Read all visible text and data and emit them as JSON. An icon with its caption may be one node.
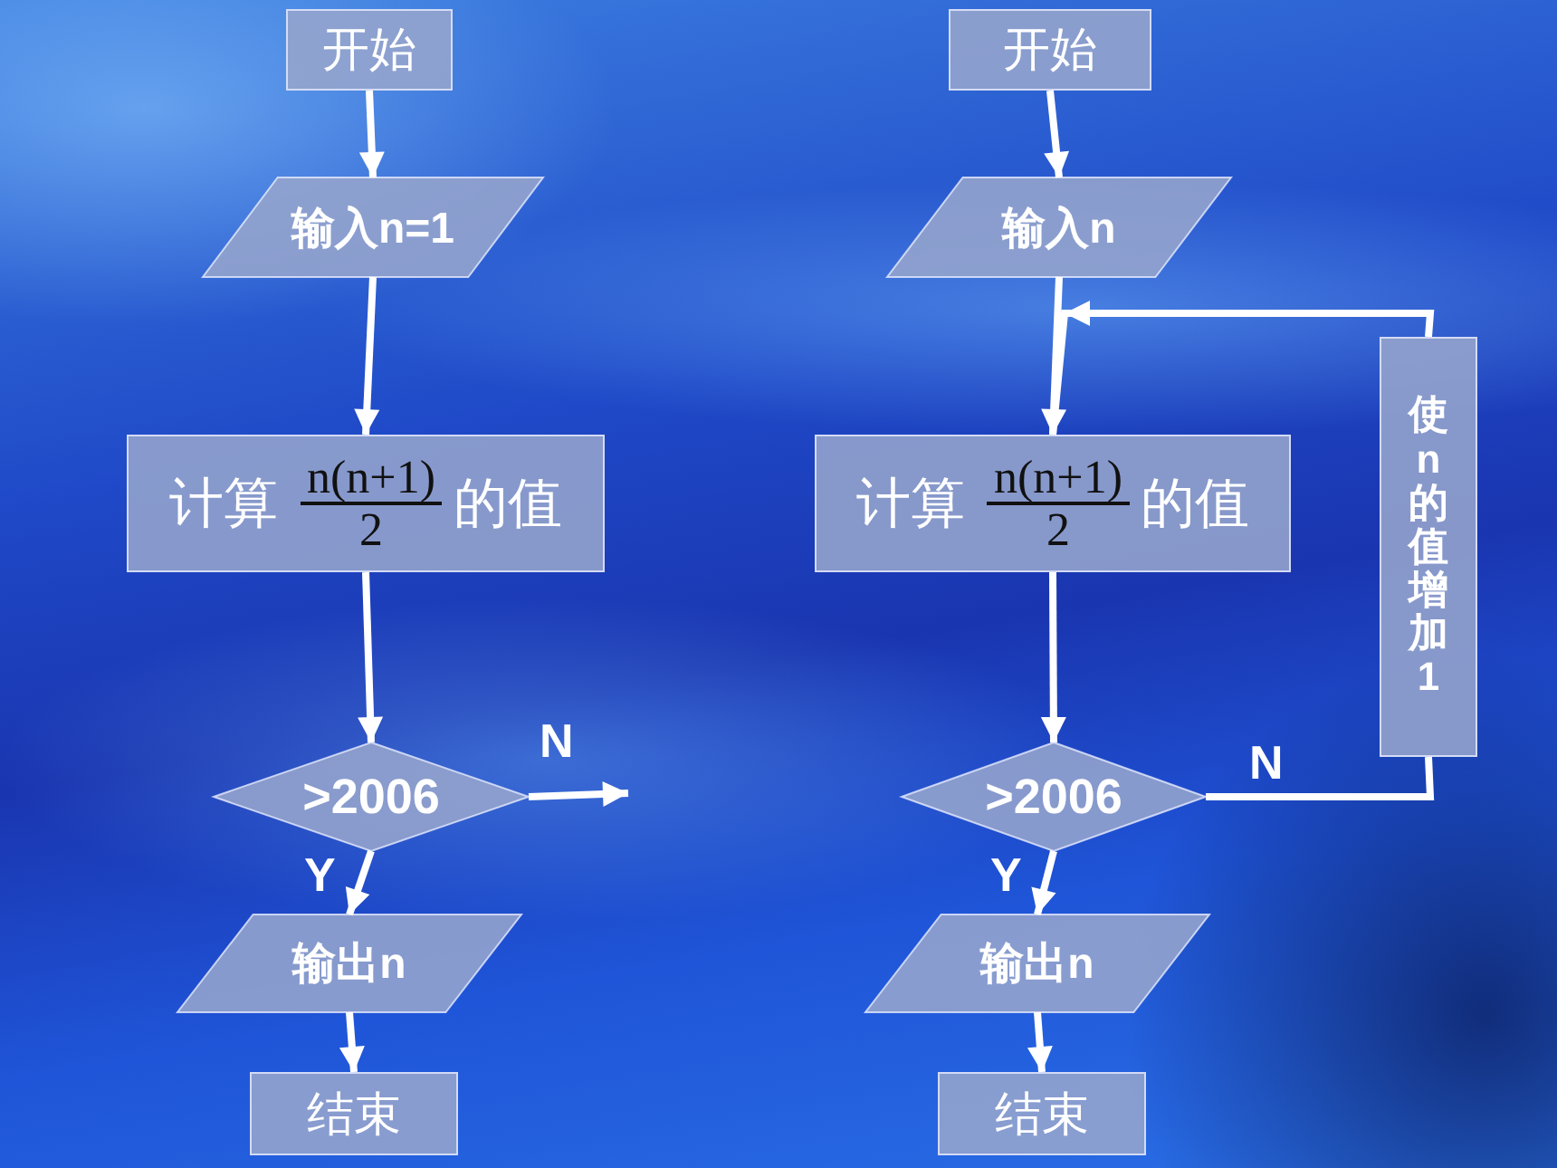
{
  "diagram": {
    "nodes": [
      {
        "text": [
          "开始"
        ]
      },
      {
        "text": [
          "输入n=1"
        ]
      },
      {
        "text": [
          "计算",
          "n(n+1)",
          "2",
          "的值"
        ]
      },
      {
        "text": [
          ">2006"
        ]
      },
      {
        "text": [
          "输出n"
        ]
      },
      {
        "text": [
          "结束"
        ]
      },
      {
        "text": [
          "开始"
        ]
      },
      {
        "text": [
          "输入n"
        ]
      },
      {
        "text": [
          "计算",
          "n(n+1)",
          "2",
          "的值"
        ]
      },
      {
        "text": [
          ">2006"
        ]
      },
      {
        "text": [
          "输出n"
        ]
      },
      {
        "text": [
          "结束"
        ]
      },
      {
        "text": [
          "使n的值增加1"
        ]
      }
    ],
    "edges": [
      {
        "from": 0,
        "to": 1,
        "arrow": "to"
      },
      {
        "from": 1,
        "to": 2,
        "arrow": "to"
      },
      {
        "from": 2,
        "to": 3,
        "arrow": "to"
      },
      {
        "from": 3,
        "to": 4,
        "arrow": "to",
        "label": "Y"
      },
      {
        "from": 3,
        "to": null,
        "arrow": "to",
        "label": "N"
      },
      {
        "from": 4,
        "to": 5,
        "arrow": "to"
      },
      {
        "from": 6,
        "to": 7,
        "arrow": "to"
      },
      {
        "from": 7,
        "to": 8,
        "arrow": "to"
      },
      {
        "from": 8,
        "to": 9,
        "arrow": "to"
      },
      {
        "from": 9,
        "to": 10,
        "arrow": "to",
        "label": "Y"
      },
      {
        "from": 9,
        "to": 12,
        "arrow": "none",
        "label": "N"
      },
      {
        "from": 12,
        "to": 8,
        "arrow": "to"
      },
      {
        "from": 10,
        "to": 11,
        "arrow": "to"
      }
    ]
  }
}
